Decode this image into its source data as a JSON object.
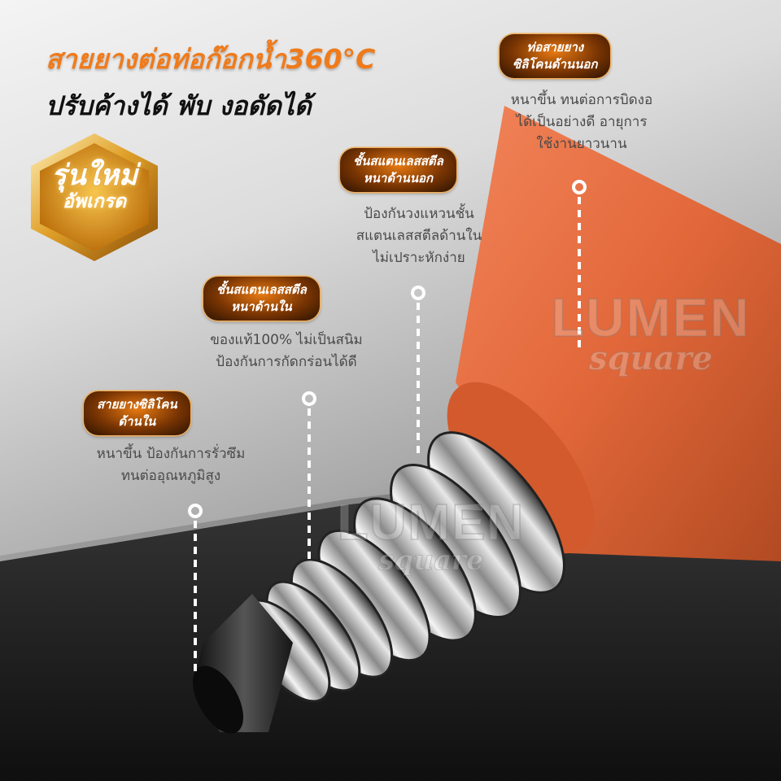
{
  "headline": {
    "line1": "สายยางต่อท่อก๊อกน้ำ360°C",
    "line2": "ปรับค้างได้ พับ งอดัดได้"
  },
  "badge": {
    "line1": "รุ่นใหม่",
    "line2": "อัพเกรด"
  },
  "callouts": [
    {
      "title_lines": [
        "ท่อสายยาง",
        "ซิลิโคนด้านนอก"
      ],
      "desc_lines": [
        "หนาขึ้น ทนต่อการบิดงอ",
        "ได้เป็นอย่างดี อายุการ",
        "ใช้งานยาวนาน"
      ]
    },
    {
      "title_lines": [
        "ชั้นสแตนเลสสตีล",
        "หนาด้านนอก"
      ],
      "desc_lines": [
        "ป้องกันวงแหวนชั้น",
        "สแตนเลสสตีลด้านใน",
        "ไม่เปราะหักง่าย"
      ]
    },
    {
      "title_lines": [
        "ชั้นสแตนเลสสตีล",
        "หนาด้านใน"
      ],
      "desc_lines": [
        "ของแท้100% ไม่เป็นสนิม",
        "ป้องกันการกัดกร่อนได้ดี"
      ]
    },
    {
      "title_lines": [
        "สายยางซิลิโคน",
        "ด้านใน"
      ],
      "desc_lines": [
        "หนาขึ้น ป้องกันการรั่วซึม",
        "ทนต่ออุณหภูมิสูง"
      ]
    }
  ],
  "watermark": {
    "main": "LUMEN",
    "sub": "square"
  },
  "colors": {
    "accent": "#f07a1a",
    "hose": "#e8703f",
    "text": "#4a4a4a"
  }
}
